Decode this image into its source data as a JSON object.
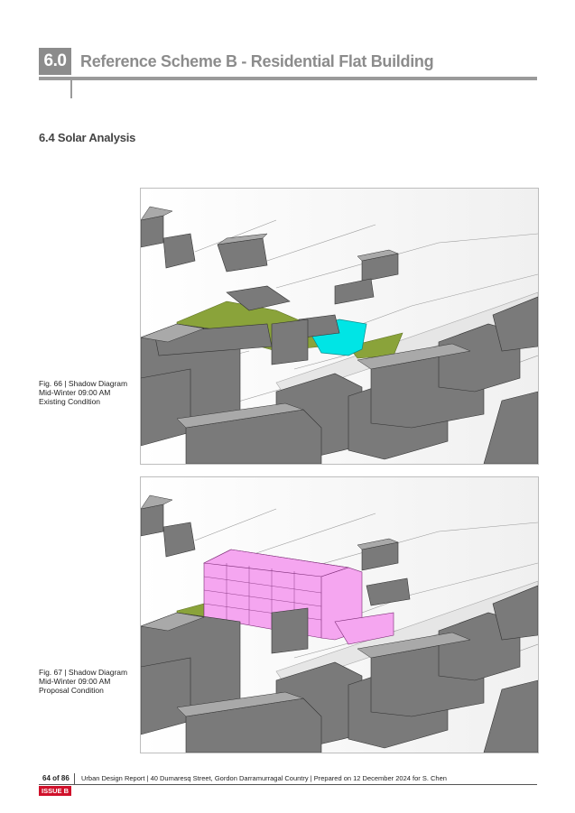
{
  "header": {
    "section_number": "6.0",
    "section_title": "Reference Scheme B - Residential Flat Building"
  },
  "subheading": "6.4 Solar Analysis",
  "figures": [
    {
      "caption_line1": "Fig. 66 | Shadow Diagram",
      "caption_line2": "Mid-Winter 09:00 AM",
      "caption_line3": "Existing Condition",
      "highlight_color": "#00e5e5"
    },
    {
      "caption_line1": "Fig. 67 | Shadow Diagram",
      "caption_line2": "Mid-Winter 09:00 AM",
      "caption_line3": "Proposal Condition",
      "highlight_color": "#f5a6f0"
    }
  ],
  "footer": {
    "page": "64 of 86",
    "text": "Urban Design Report  |  40 Dumaresq Street, Gordon Darramurragal Country  |  Prepared on 12 December 2024 for S. Chen",
    "issue": "ISSUE B",
    "issue_color": "#d0112b"
  }
}
